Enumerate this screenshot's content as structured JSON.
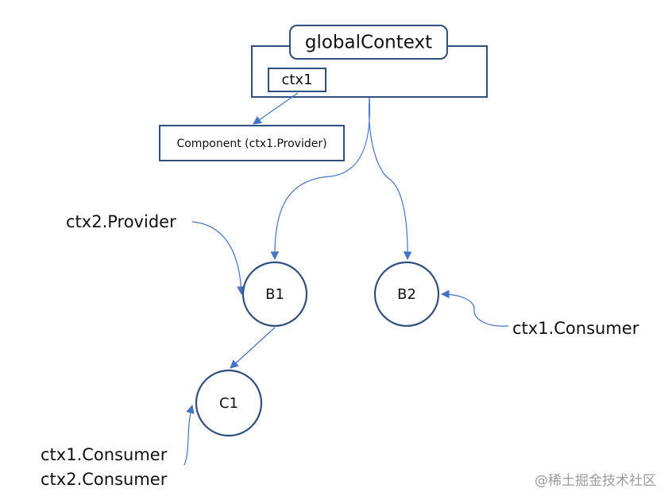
{
  "diagram": {
    "global_context": "globalContext",
    "ctx1": "ctx1",
    "component": "Component (ctx1.Provider)",
    "nodes": {
      "b1": "B1",
      "b2": "B2",
      "c1": "C1"
    },
    "annotations": {
      "ctx2_provider": "ctx2.Provider",
      "ctx1_consumer_b2": "ctx1.Consumer",
      "ctx1_consumer_c1": "ctx1.Consumer",
      "ctx2_consumer_c1": "ctx2.Consumer"
    },
    "colors": {
      "box_stroke": "#2f4f7f",
      "arrow": "#4472c4"
    }
  },
  "watermark": "@稀土掘金技术社区"
}
